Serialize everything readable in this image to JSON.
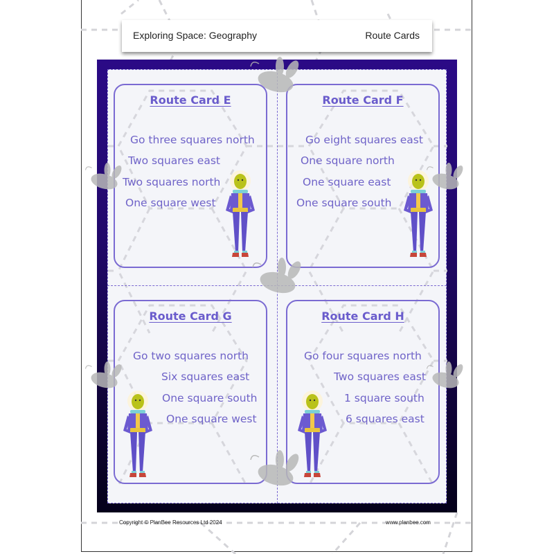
{
  "header": {
    "title": "Exploring Space: Geography",
    "subtitle": "Route Cards"
  },
  "cards": [
    {
      "title": "Route Card E",
      "lines": [
        "Go three squares north",
        "Two squares east",
        "Two squares north",
        "One square west"
      ]
    },
    {
      "title": "Route Card F",
      "lines": [
        "Go eight squares east",
        "One square north",
        "One square east",
        "One square south"
      ]
    },
    {
      "title": "Route Card G",
      "lines": [
        "Go two squares north",
        "Six squares east",
        "One square south",
        "One square west"
      ]
    },
    {
      "title": "Route Card H",
      "lines": [
        "Go four squares north",
        "Two squares east",
        "1 square south",
        "6 squares east"
      ]
    }
  ],
  "footer": {
    "copyright": "Copyright © PlanBee Resources Ltd 2024",
    "website": "www.planbee.com"
  },
  "colors": {
    "frame_top": "#2b0a86",
    "frame_bottom": "#04001a",
    "card_border": "#7a6ad2",
    "card_text": "#6f63c8",
    "card_background": "#f4f5f9"
  }
}
